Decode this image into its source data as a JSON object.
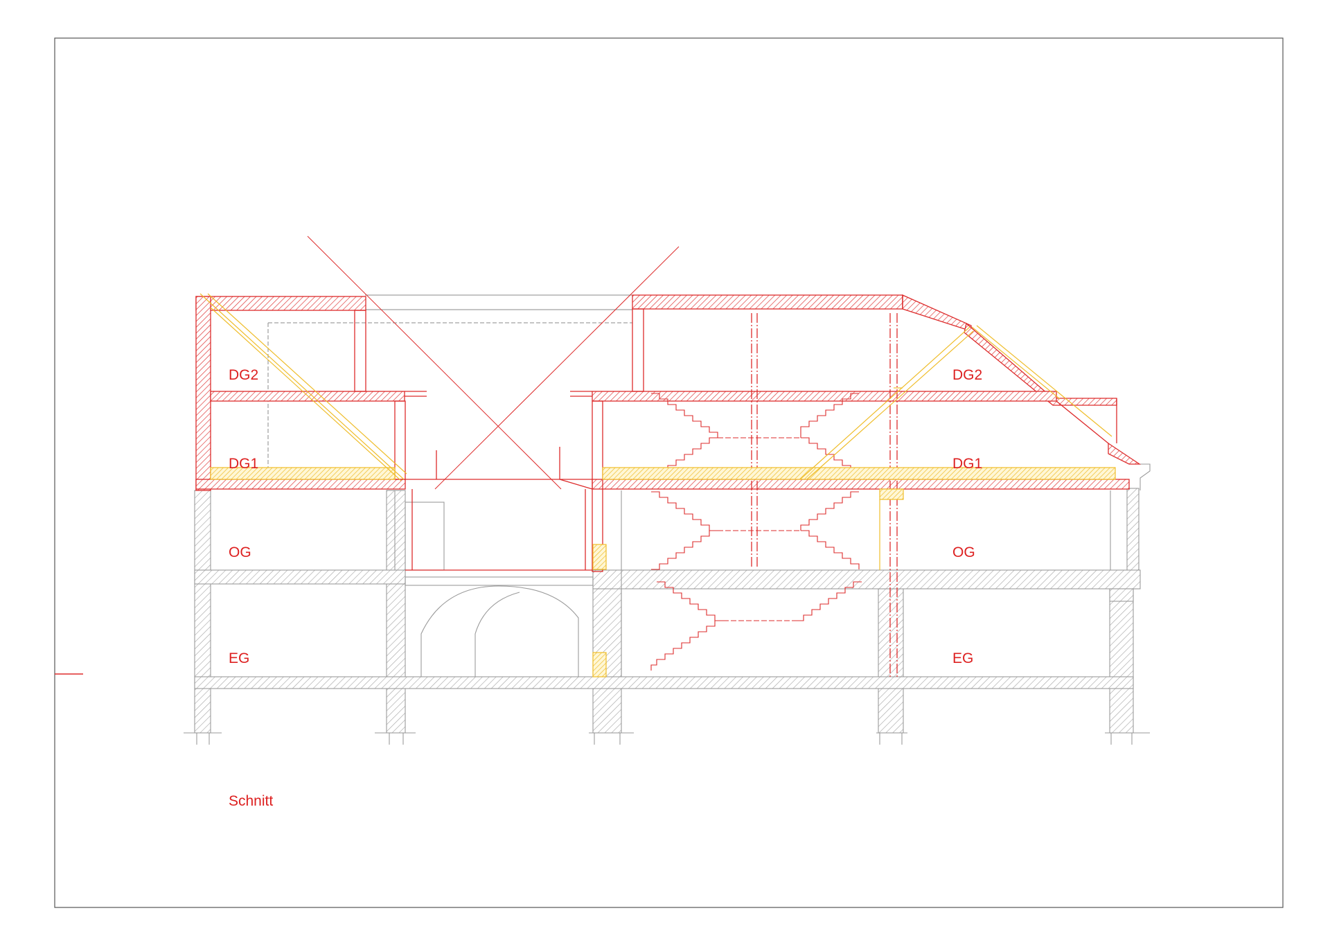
{
  "drawing": {
    "caption": "Schnitt",
    "floor_labels": {
      "dg2_left": "DG2",
      "dg2_right": "DG2",
      "dg1_left": "DG1",
      "dg1_right": "DG1",
      "og_left": "OG",
      "og_right": "OG",
      "eg_left": "EG",
      "eg_right": "EG"
    }
  },
  "colors": {
    "new_construction": "#dd2b2b",
    "insulation": "#f0c030",
    "existing": "#9a9a9a",
    "frame": "#555555",
    "label": "#dd2020"
  }
}
